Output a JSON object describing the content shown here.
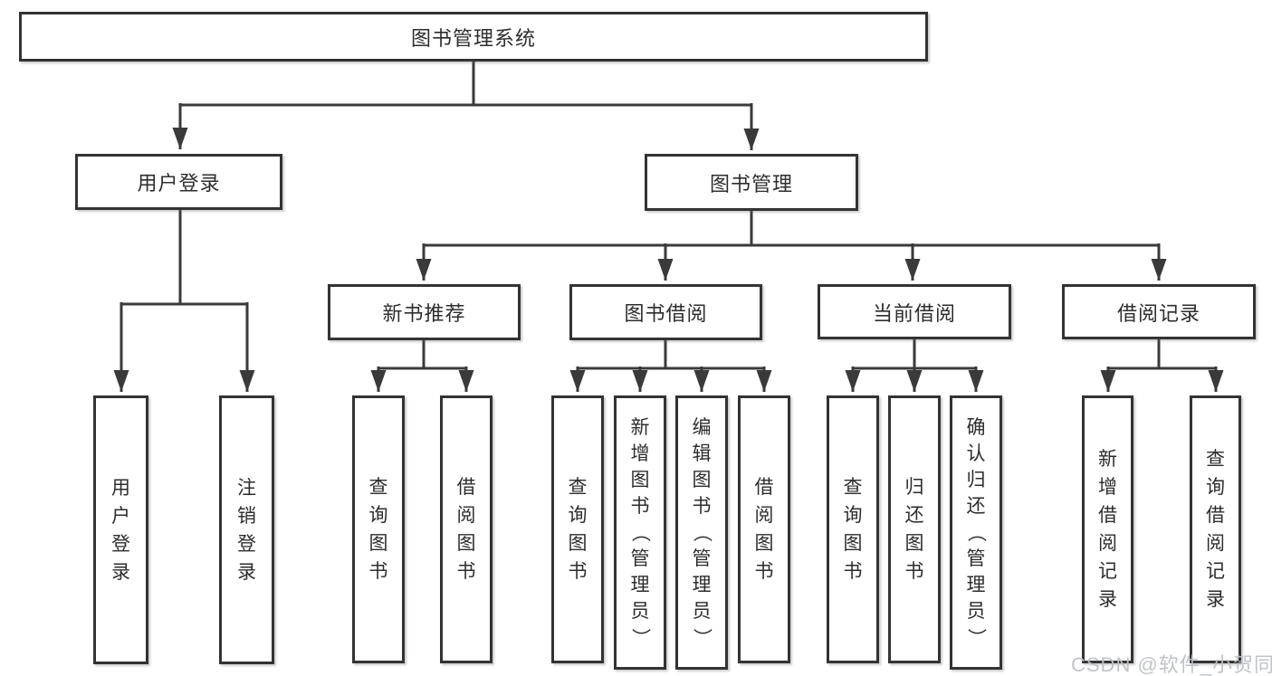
{
  "diagram": {
    "root": {
      "label": "图书管理系统"
    },
    "branches": [
      {
        "label": "用户登录"
      },
      {
        "label": "图书管理"
      }
    ],
    "modules": [
      {
        "label": "新书推荐"
      },
      {
        "label": "图书借阅"
      },
      {
        "label": "当前借阅"
      },
      {
        "label": "借阅记录"
      }
    ],
    "leaves": [
      {
        "label": "用户登录"
      },
      {
        "label": "注销登录"
      },
      {
        "label": "查询图书"
      },
      {
        "label": "借阅图书"
      },
      {
        "label": "查询图书"
      },
      {
        "label": "新增图书（管理员）"
      },
      {
        "label": "编辑图书（管理员）"
      },
      {
        "label": "借阅图书"
      },
      {
        "label": "查询图书"
      },
      {
        "label": "归还图书"
      },
      {
        "label": "确认归还（管理员）"
      },
      {
        "label": "新增借阅记录"
      },
      {
        "label": "查询借阅记录"
      }
    ]
  },
  "watermark": {
    "text": "CSDN @软件_小贺同学"
  },
  "colors": {
    "line": "#3a3a3a",
    "box_border": "#333333",
    "text": "#2d2d2d",
    "watermark": "#c2c6cc",
    "background": "#ffffff"
  }
}
